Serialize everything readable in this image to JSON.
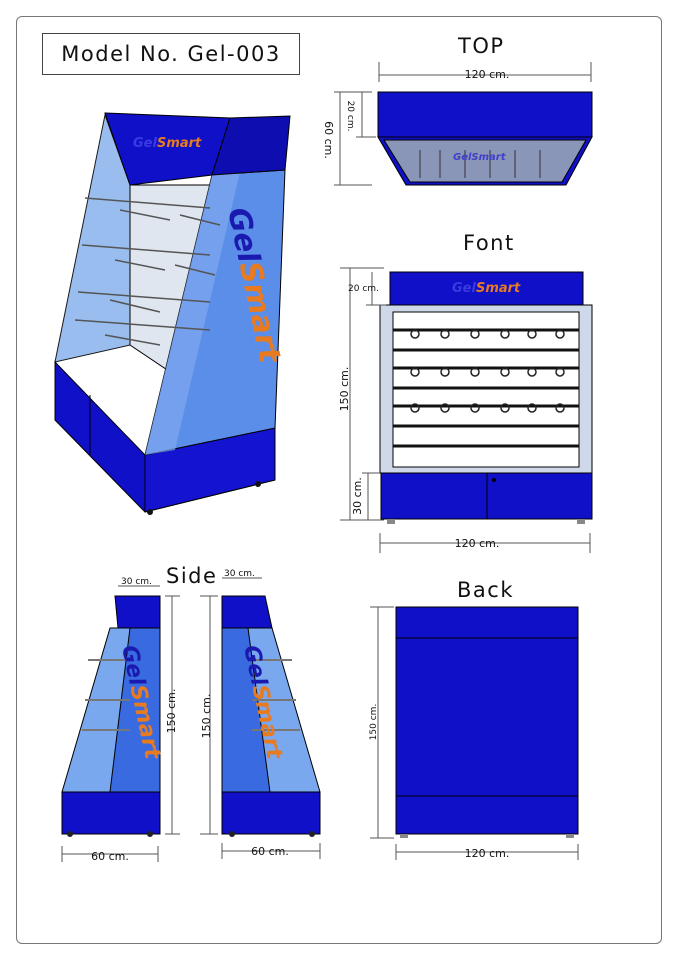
{
  "model": "Model No. Gel-003",
  "brand": {
    "part1": "Gel",
    "part2": "Smart"
  },
  "colors": {
    "blue": "#1010c8",
    "dark_blue": "#0a0a90",
    "glass": "#6fa8f0",
    "orange": "#e87a20",
    "sheet_border": "#777777"
  },
  "views": {
    "top": {
      "title": "TOP",
      "width": "120 cm.",
      "depth": "60 cm.",
      "header": "20 cm."
    },
    "front": {
      "title": "Font",
      "header": "20 cm.",
      "height": "150 cm.",
      "base": "30 cm.",
      "width": "120 cm."
    },
    "side": {
      "title": "Side",
      "top_left": "30 cm.",
      "top_right": "30 cm.",
      "height_left": "150 cm.",
      "height_right": "150 cm.",
      "bottom_left": "60 cm.",
      "bottom_right": "60 cm."
    },
    "back": {
      "title": "Back",
      "height": "150 cm.",
      "width": "120 cm."
    }
  }
}
